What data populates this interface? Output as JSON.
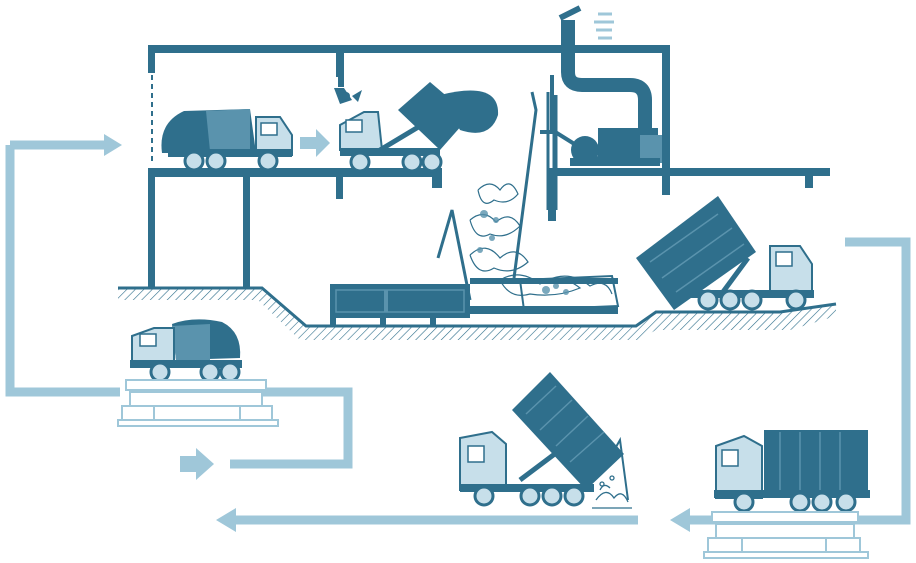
{
  "diagram": {
    "kind": "waste-transfer-station-process",
    "colors": {
      "dark": "#2f6f8c",
      "mid": "#5a93ad",
      "light": "#9fc7d9",
      "pale": "#c7dfea",
      "ground": "#2f6f8c",
      "background": "#ffffff"
    },
    "stages": [
      "compactor-truck-arrival",
      "weighbridge-weighing",
      "tipping-into-hopper",
      "compaction-and-dust-extraction",
      "container-loading",
      "container-truck-weighing",
      "container-tipping-at-landfill"
    ],
    "icons": [
      "compactor-truck-icon",
      "container-truck-icon",
      "weighbridge-icon",
      "exhaust-fan-icon",
      "hopper-icon",
      "flow-arrow-icon"
    ]
  }
}
